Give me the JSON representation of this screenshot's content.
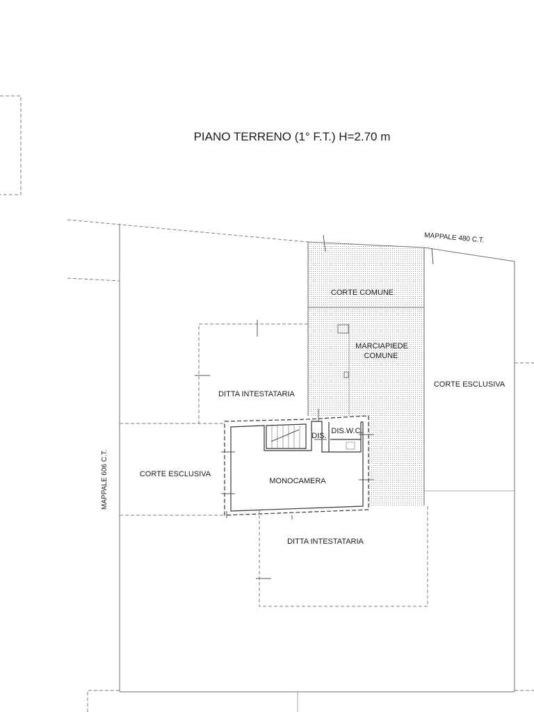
{
  "title": "PIANO TERRENO (1° F.T.) H=2.70 m",
  "labels": {
    "corte_comune": "CORTE COMUNE",
    "marciapiede_line1": "MARCIAPIEDE",
    "marciapiede_line2": "COMUNE",
    "corte_esclusiva_right": "CORTE ESCLUSIVA",
    "ditta_intestataria_top": "DITTA INTESTATARIA",
    "dis": "DIS.",
    "dis_wc": "DIS.W.C.",
    "corte_esclusiva_left": "CORTE ESCLUSIVA",
    "monocamera": "MONOCAMERA",
    "ditta_intestataria_bottom": "DITTA INTESTATARIA",
    "mappale_480": "MAPPALE 480 C.T.",
    "mappale_606": "MAPPALE 606 C.T."
  },
  "colors": {
    "lines": "#6f6f6f",
    "walls": "#333333",
    "hatch": "#9a9a9a"
  }
}
